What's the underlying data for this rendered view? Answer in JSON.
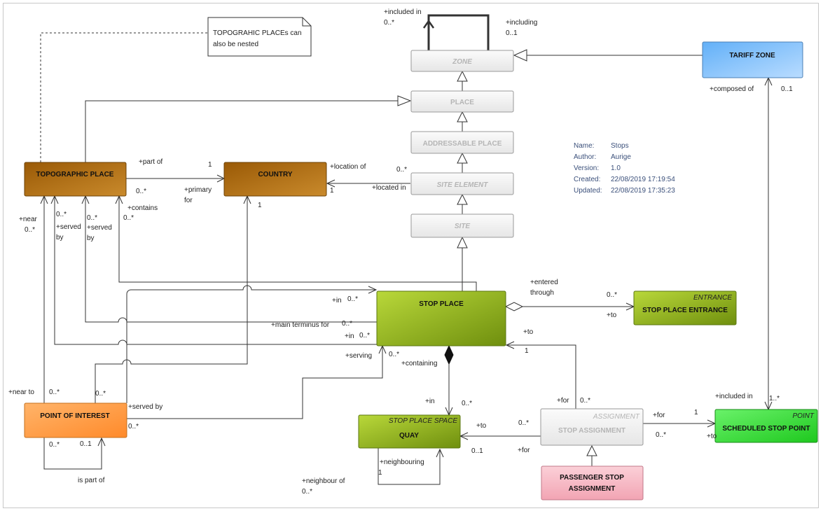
{
  "note": {
    "line1": "TOPOGRAHIC PLACEs can",
    "line2": "also be nested"
  },
  "metadata": {
    "name_label": "Name:",
    "name_value": "Stops",
    "author_label": "Author:",
    "author_value": "Aurige",
    "version_label": "Version:",
    "version_value": "1.0",
    "created_label": "Created:",
    "created_value": "22/08/2019 17:19:54",
    "updated_label": "Updated:",
    "updated_value": "22/08/2019 17:35:23"
  },
  "classes": {
    "zone": "ZONE",
    "place": "PLACE",
    "addressable_place": "ADDRESSABLE PLACE",
    "site_element": "SITE ELEMENT",
    "site": "SITE",
    "tariff_zone": "TARIFF ZONE",
    "topographic_place": "TOPOGRAPHIC PLACE",
    "country": "COUNTRY",
    "stop_place": "STOP PLACE",
    "stop_place_entrance": "STOP PLACE ENTRANCE",
    "stop_place_entrance_stereo": "ENTRANCE",
    "point_of_interest": "POINT OF INTEREST",
    "quay": "QUAY",
    "quay_stereo": "STOP PLACE SPACE",
    "stop_assignment": "STOP ASSIGNMENT",
    "stop_assignment_stereo": "ASSIGNMENT",
    "passenger_stop_assignment_1": "PASSENGER STOP",
    "passenger_stop_assignment_2": "ASSIGNMENT",
    "scheduled_stop_point": "SCHEDULED STOP POINT",
    "scheduled_stop_point_stereo": "POINT"
  },
  "labels": {
    "included_in": "+included in",
    "included_in_mult": "0..*",
    "including": "+including",
    "including_mult": "0..1",
    "composed_of": "+composed of",
    "composed_of_mult": "0..1",
    "part_of": "+part of",
    "part_of_mult_1": "1",
    "part_of_mult_star": "0..*",
    "primary": "+primary",
    "primary_for": "for",
    "location_of": "+location of",
    "location_of_mult": "0..*",
    "located_in": "+located in",
    "located_in_mult": "1",
    "country_mult_1": "1",
    "near": "+near",
    "near_mult": "0..*",
    "served_1": "+served",
    "served_1_by": "by",
    "served_1_mult": "0..*",
    "served_2": "+served",
    "served_2_by": "by",
    "served_2_mult": "0..*",
    "contains": "+contains",
    "contains_mult": "0..*",
    "in_1": "+in",
    "in_1_mult": "0..*",
    "main_terminus_for": "+main terminus for",
    "main_terminus_mult": "0..*",
    "in_2": "+in",
    "in_2_mult": "0..*",
    "serving": "+serving",
    "serving_mult": "0..*",
    "containing": "+containing",
    "entered": "+entered",
    "entered_through": "through",
    "entered_mult": "0..*",
    "to_entrance": "+to",
    "to_stop": "+to",
    "to_stop_mult": "1",
    "near_to": "+near to",
    "near_to_mult": "0..*",
    "poi_served_mult": "0..*",
    "served_by": "+served by",
    "served_by_mult": "0..*",
    "poi_part_mult_star": "0..*",
    "poi_part_mult_one": "0..1",
    "is_part_of": "is part of",
    "in_quay": "+in",
    "in_quay_mult": "0..*",
    "to_quay": "+to",
    "to_quay_mult": "0..*",
    "for_quay": "+for",
    "for_quay_mult": "0..1",
    "for_stop": "+for",
    "for_stop_mult": "0..*",
    "for_ssp": "+for",
    "for_ssp_mult": "1",
    "to_ssp": "+to",
    "to_ssp_mult": "0..*",
    "included_in_ssp": "+included in",
    "included_in_ssp_mult": "1..*",
    "neighbouring": "+neighbouring",
    "neighbouring_mult": "1",
    "neighbour_of": "+neighbour of",
    "neighbour_of_mult": "0..*"
  },
  "colors": {
    "abstract_fill": "#f1f1f1",
    "abstract_text": "#b5b5b5",
    "tariff_zone": "#8ec6ff",
    "topographic": "#b06a0b",
    "stop_place": "#9ec21a",
    "point_of_interest": "#ffa74f",
    "assignment_pink": "#f7b9c4",
    "scheduled_stop_point": "#3ee63e"
  }
}
